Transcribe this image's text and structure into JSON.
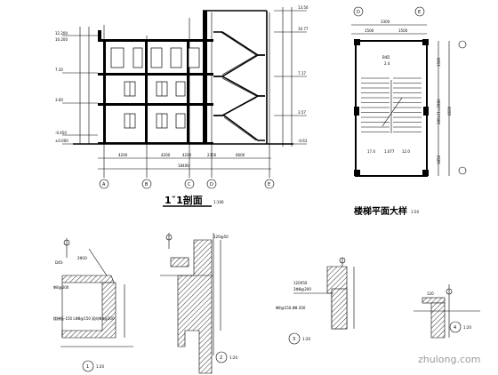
{
  "section_main": {
    "title": "1ˇ1剖面",
    "scale": "1:100",
    "level_labels": [
      "12.200",
      "10.200",
      "7.20",
      "3.60",
      "-0.450",
      "±0.000"
    ],
    "right_levels": [
      "13.50",
      "10.77",
      "7.17",
      "3.57",
      "-0.63"
    ],
    "dims_bottom": [
      "4200",
      "4200",
      "4200",
      "2350",
      "6600",
      "18400"
    ],
    "axis_labels": [
      "A",
      "B",
      "C",
      "D",
      "E"
    ]
  },
  "stair_plan": {
    "title": "楼梯平面大样",
    "scale": "1:50",
    "top_dims": [
      "3300",
      "1500",
      "1500"
    ],
    "axis_labels": [
      "D",
      "E"
    ],
    "right_dims": [
      "1595",
      "280x11=2980",
      "1850",
      "6600"
    ],
    "inner_labels": [
      "B4D",
      "2.4",
      "1.077",
      "17.4",
      "12.0"
    ]
  },
  "details": [
    {
      "num": "1",
      "scale": "1:20",
      "notes": [
        "D45-",
        "2Φ10",
        "Φ8@200"
      ],
      "bottom_note": "楼梯板-150 LΦ8@150 双向Φ8@200"
    },
    {
      "num": "2",
      "scale": "1:20",
      "notes": [
        "120@50"
      ],
      "bottom_note": ""
    },
    {
      "num": "3",
      "scale": "1:20",
      "notes": [
        "120X50",
        "2Φ8@200",
        "Φ8@150,Φ8-200"
      ],
      "bottom_note": ""
    },
    {
      "num": "4",
      "scale": "1:20",
      "notes": [
        "120"
      ],
      "bottom_note": ""
    }
  ],
  "watermark": "zhulong.com"
}
